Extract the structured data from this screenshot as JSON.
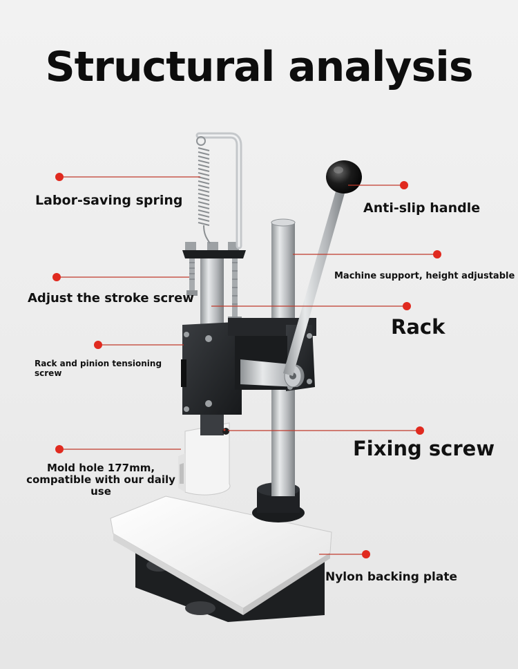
{
  "title": "Structural analysis",
  "callouts": {
    "spring": "Labor-saving spring",
    "handle": "Anti-slip handle",
    "support": "Machine support, height adjustable",
    "stroke": "Adjust the stroke screw",
    "rack": "Rack",
    "tensioning": "Rack and pinion tensioning screw",
    "fixing": "Fixing screw",
    "mold": "Mold hole 177mm, compatible with our daily use",
    "plate": "Nylon backing plate"
  },
  "colors": {
    "title": "#0d0d0d",
    "callout_line": "#c0392b",
    "callout_dot": "#e02a1f",
    "metal": "#b9bcbf",
    "cast_iron": "#2a2c2f",
    "nylon": "#f6f6f6"
  }
}
